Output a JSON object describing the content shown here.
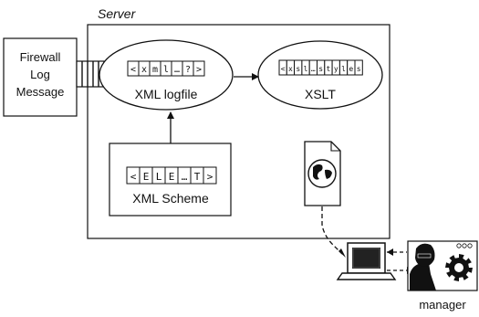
{
  "server": {
    "label": "Server"
  },
  "firewall": {
    "lines": [
      "Firewall",
      "Log",
      "Message"
    ]
  },
  "xml_logfile": {
    "label": "XML logfile",
    "chars": [
      "<",
      "x",
      "m",
      "l",
      "…",
      "?",
      ">"
    ]
  },
  "xslt": {
    "label": "XSLT",
    "chars": [
      "<",
      "x",
      "s",
      "l",
      "…",
      "s",
      "t",
      "y",
      "l",
      "e",
      "s"
    ]
  },
  "xml_scheme": {
    "label": "XML Scheme",
    "chars": [
      "<",
      "E",
      "L",
      "E",
      "…",
      "T",
      ">"
    ]
  },
  "manager": {
    "label": "manager"
  },
  "icons": [
    "web-document-icon",
    "laptop-icon",
    "manager-icon",
    "gear-icon"
  ]
}
